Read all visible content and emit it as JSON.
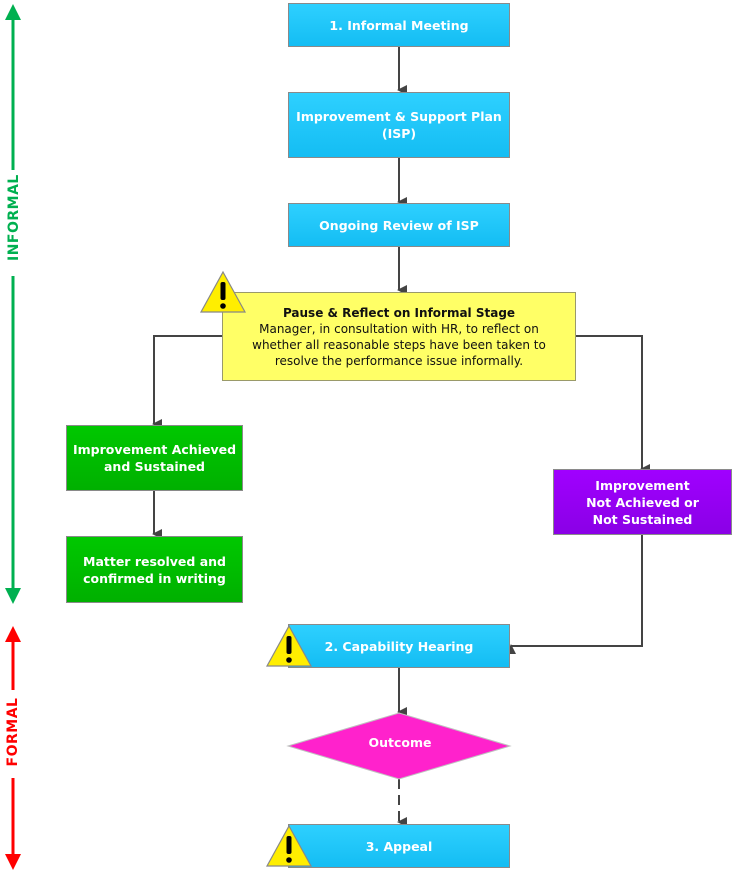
{
  "stage_labels": {
    "informal": {
      "text": "INFORMAL",
      "color": "#00b050"
    },
    "formal": {
      "text": "FORMAL",
      "color": "#ff0000"
    }
  },
  "nodes": {
    "informal_meeting": {
      "label": "1. Informal Meeting",
      "color": "#1fc6f8"
    },
    "isp": {
      "label": "Improvement & Support Plan\n(ISP)",
      "color": "#1fc6f8"
    },
    "ongoing_review": {
      "label": "Ongoing Review of ISP",
      "color": "#1fc6f8"
    },
    "pause_reflect": {
      "title": "Pause & Reflect on Informal Stage",
      "body": "Manager, in consultation with HR, to reflect on\nwhether all reasonable steps have been taken to\nresolve the performance issue informally.",
      "color": "#ffff66",
      "warning": true
    },
    "achieved": {
      "label": "Improvement Achieved\nand Sustained",
      "color": "#00bb00"
    },
    "resolved": {
      "label": "Matter resolved and\nconfirmed in writing",
      "color": "#00bb00"
    },
    "not_achieved": {
      "label": "Improvement\nNot Achieved or\nNot Sustained",
      "color": "#9400f0"
    },
    "capability_hearing": {
      "label": "2. Capability Hearing",
      "color": "#1fc6f8",
      "warning": true
    },
    "outcome": {
      "label": "Outcome",
      "color": "#ff22cc",
      "shape": "diamond"
    },
    "appeal": {
      "label": "3. Appeal",
      "color": "#1fc6f8",
      "warning": true
    }
  },
  "edges": [
    {
      "from": "informal_meeting",
      "to": "isp",
      "style": "solid"
    },
    {
      "from": "isp",
      "to": "ongoing_review",
      "style": "solid"
    },
    {
      "from": "ongoing_review",
      "to": "pause_reflect",
      "style": "solid"
    },
    {
      "from": "pause_reflect",
      "to": "achieved",
      "style": "solid"
    },
    {
      "from": "pause_reflect",
      "to": "not_achieved",
      "style": "solid"
    },
    {
      "from": "achieved",
      "to": "resolved",
      "style": "solid"
    },
    {
      "from": "not_achieved",
      "to": "capability_hearing",
      "style": "solid"
    },
    {
      "from": "capability_hearing",
      "to": "outcome",
      "style": "solid"
    },
    {
      "from": "outcome",
      "to": "appeal",
      "style": "dashed"
    }
  ]
}
